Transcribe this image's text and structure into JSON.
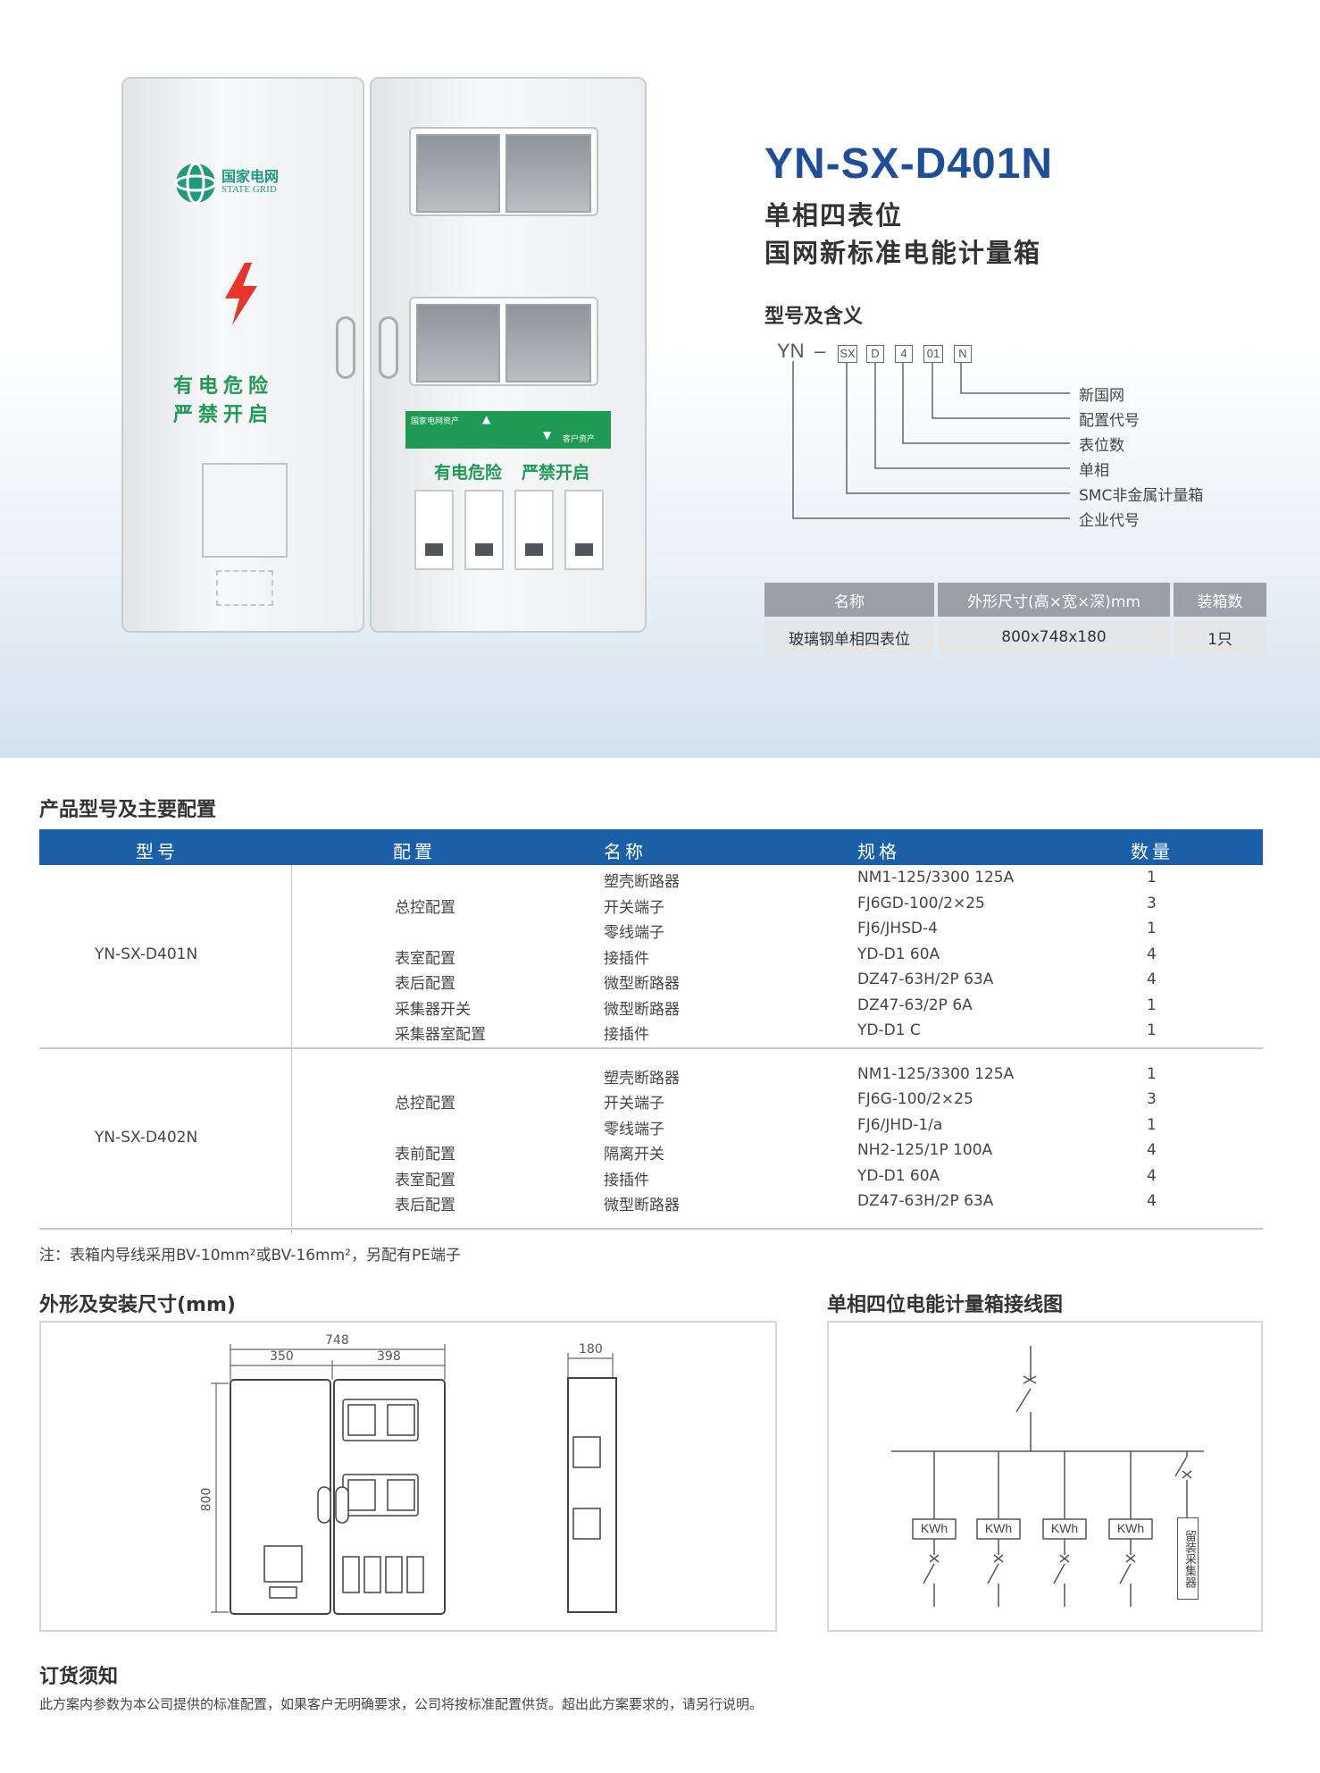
{
  "hero": {
    "model_title": "YN-SX-D401N",
    "subtitle_1": "单相四表位",
    "subtitle_2": "国网新标准电能计量箱",
    "cabinet": {
      "logo_cn": "国家电网",
      "logo_en": "STATE GRID",
      "warn_left_1": "有电危险",
      "warn_left_2": "严禁开启",
      "strip_left": "国家电网资产",
      "strip_right": "客户资产",
      "warn_right_1": "有电危险",
      "warn_right_2": "严禁开启"
    }
  },
  "meaning": {
    "heading": "型号及含义",
    "code_prefix": "YN",
    "code_dash": "–",
    "boxes": [
      "SX",
      "D",
      "4",
      "01",
      "N"
    ],
    "labels": [
      "新国网",
      "配置代号",
      "表位数",
      "单相",
      "SMC非金属计量箱",
      "企业代号"
    ]
  },
  "spec_table": {
    "headers": [
      "名称",
      "外形尺寸(高×宽×深)mm",
      "装箱数"
    ],
    "row": [
      "玻璃钢单相四表位",
      "800x748x180",
      "1只"
    ]
  },
  "config": {
    "heading": "产品型号及主要配置",
    "headers": [
      "型号",
      "配置",
      "名称",
      "规格",
      "数量"
    ],
    "groups": [
      {
        "model": "YN-SX-D401N",
        "rows": [
          {
            "config": "",
            "name": "塑壳断路器",
            "spec": "NM1-125/3300 125A",
            "qty": "1"
          },
          {
            "config": "总控配置",
            "name": "开关端子",
            "spec": "FJ6GD-100/2×25",
            "qty": "3"
          },
          {
            "config": "",
            "name": "零线端子",
            "spec": "FJ6/JHSD-4",
            "qty": "1"
          },
          {
            "config": "表室配置",
            "name": "接插件",
            "spec": "YD-D1 60A",
            "qty": "4"
          },
          {
            "config": "表后配置",
            "name": "微型断路器",
            "spec": "DZ47-63H/2P 63A",
            "qty": "4"
          },
          {
            "config": "采集器开关",
            "name": "微型断路器",
            "spec": "DZ47-63/2P 6A",
            "qty": "1"
          },
          {
            "config": "采集器室配置",
            "name": "接插件",
            "spec": "YD-D1 C",
            "qty": "1"
          }
        ]
      },
      {
        "model": "YN-SX-D402N",
        "rows": [
          {
            "config": "",
            "name": "塑壳断路器",
            "spec": "NM1-125/3300 125A",
            "qty": "1"
          },
          {
            "config": "总控配置",
            "name": "开关端子",
            "spec": "FJ6G-100/2×25",
            "qty": "3"
          },
          {
            "config": "",
            "name": "零线端子",
            "spec": "FJ6/JHD-1/a",
            "qty": "1"
          },
          {
            "config": "表前配置",
            "name": "隔离开关",
            "spec": "NH2-125/1P 100A",
            "qty": "4"
          },
          {
            "config": "表室配置",
            "name": "接插件",
            "spec": "YD-D1 60A",
            "qty": "4"
          },
          {
            "config": "表后配置",
            "name": "微型断路器",
            "spec": "DZ47-63H/2P 63A",
            "qty": "4"
          }
        ]
      }
    ],
    "note": "注：表箱内导线采用BV-10mm²或BV-16mm²，另配有PE端子"
  },
  "dimensions": {
    "heading": "外形及安装尺寸(mm)",
    "width_total": "748",
    "width_left": "350",
    "width_right": "398",
    "height": "800",
    "depth": "180"
  },
  "wiring": {
    "heading": "单相四位电能计量箱接线图",
    "meter_label": "KWh",
    "collector_label": "留装采集器"
  },
  "order": {
    "heading": "订货须知",
    "text": "此方案内参数为本公司提供的标准配置，如果客户无明确要求，公司将按标准配置供货。超出此方案要求的，请另行说明。"
  },
  "colors": {
    "brand_blue": "#1b5fa8",
    "green": "#1f9a55",
    "warn_red": "#e8352c"
  }
}
